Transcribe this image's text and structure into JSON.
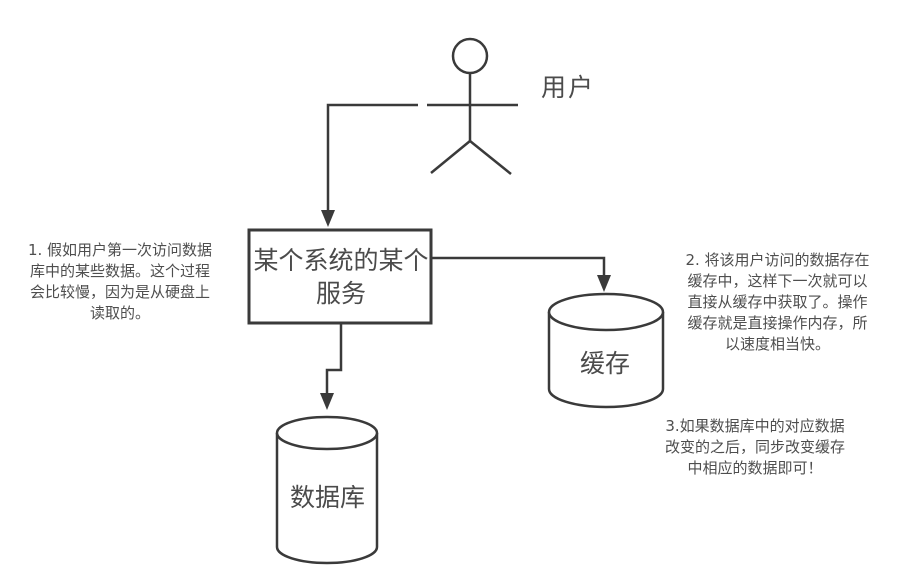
{
  "diagram": {
    "title": "cache-architecture-diagram",
    "background_color": "#ffffff",
    "stroke_color": "#3a3a3a",
    "text_color": "#4b4b4b"
  },
  "nodes": {
    "user": {
      "label": "用户",
      "shape": "stick-figure"
    },
    "service": {
      "label": "某个系统的某个服务",
      "lines": [
        "某个系统的某个",
        "服务"
      ],
      "shape": "rectangle"
    },
    "cache": {
      "label": "缓存",
      "shape": "cylinder"
    },
    "database": {
      "label": "数据库",
      "shape": "cylinder"
    }
  },
  "connectors": [
    {
      "from": "user",
      "to": "service",
      "style": "arrow-down"
    },
    {
      "from": "service",
      "to": "cache",
      "style": "arrow-down"
    },
    {
      "from": "service",
      "to": "database",
      "style": "arrow-down"
    }
  ],
  "notes": [
    {
      "text": "1. 假如用户第一次访问数据库中的某些数据。这个过程会比较慢，因为是从硬盘上读取的。",
      "lines": [
        "1. 假如用户第一次访问数据",
        "库中的某些数据。这个过程",
        "会比较慢，因为是从硬盘上",
        "读取的。"
      ]
    },
    {
      "text": "2. 将该用户访问的数据存在缓存中，这样下一次就可以直接从缓存中获取了。操作缓存就是直接操作内存，所以速度相当快。",
      "lines": [
        "2. 将该用户访问的数据存在",
        "缓存中，这样下一次就可以",
        "直接从缓存中获取了。操作",
        "缓存就是直接操作内存，所",
        "以速度相当快。"
      ]
    },
    {
      "text": "3.如果数据库中的对应数据改变的之后，同步改变缓存中相应的数据即可！",
      "lines": [
        "3.如果数据库中的对应数据",
        "改变的之后，同步改变缓存",
        "中相应的数据即可！"
      ]
    }
  ]
}
